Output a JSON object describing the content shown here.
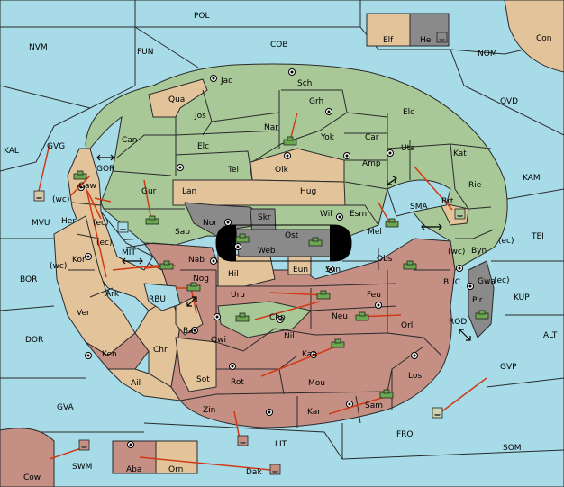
{
  "colors": {
    "sea": "#a6dbe7",
    "green_power": "#a8c898",
    "tan_power": "#e2c39a",
    "red_power": "#c58f84",
    "neutral_grey": "#8a8a8a",
    "order_arrow": "#d13a16"
  },
  "sea_labels": {
    "POL": "POL",
    "COB": "COB",
    "NVM": "NVM",
    "FUN": "FUN",
    "NOM": "NOM",
    "OVD": "OVD",
    "KAL": "KAL",
    "GVG": "GVG",
    "GOR": "GOR",
    "MVU": "MVU",
    "KAM": "KAM",
    "SMA": "SMA",
    "TEI": "TEI",
    "MIT": "MIT",
    "BOR": "BOR",
    "RBU": "RBU",
    "BUC": "BUC",
    "KUP": "KUP",
    "DOR": "DOR",
    "ROD": "ROD",
    "ALT": "ALT",
    "GVP": "GVP",
    "GVA": "GVA",
    "FRO": "FRO",
    "SOM": "SOM",
    "LIT": "LIT",
    "SWM": "SWM"
  },
  "land_labels": {
    "Con": "Con",
    "Elf": "Elf",
    "Hel": "Hel",
    "Jad": "Jad",
    "Sch": "Sch",
    "Qua": "Qua",
    "Jos": "Jos",
    "Grh": "Grh",
    "Eld": "Eld",
    "Can": "Can",
    "Nar": "Nar",
    "Yok": "Yok",
    "Car": "Car",
    "Elc": "Elc",
    "Uta": "Uta",
    "Kat": "Kat",
    "Tel": "Tel",
    "Olk": "Olk",
    "Amp": "Amp",
    "Gaw": "Gaw",
    "Gur": "Gur",
    "Lan": "Lan",
    "Hug": "Hug",
    "Brt": "Brt",
    "Rie": "Rie",
    "Nor": "Nor",
    "Skr": "Skr",
    "Wil": "Wil",
    "Esm": "Esm",
    "Her": "Her",
    "Sap": "Sap",
    "Ost": "Ost",
    "Mel": "Mel",
    "Byn": "Byn",
    "Web": "Web",
    "Kor": "Kor",
    "Nab": "Nab",
    "Eun": "Eun",
    "Sun": "Sun",
    "Obs": "Obs",
    "Gwa": "Gwa",
    "Hil": "Hil",
    "Nog": "Nog",
    "Ark": "Ark",
    "Pir": "Pir",
    "Uru": "Uru",
    "Feu": "Feu",
    "Ver": "Ver",
    "Chp": "Chp",
    "Neu": "Neu",
    "Orl": "Orl",
    "Bar": "Bar",
    "Qwi": "Qwi",
    "Nil": "Nil",
    "Ken": "Ken",
    "Chr": "Chr",
    "Kaa": "Kaa",
    "Los": "Los",
    "Sot": "Sot",
    "Rot": "Rot",
    "Mou": "Mou",
    "Ail": "Ail",
    "Zin": "Zin",
    "Kar": "Kar",
    "Sam": "Sam",
    "Cow": "Cow",
    "Aba": "Aba",
    "Orn": "Orn",
    "Dak": "Dak"
  },
  "coast_labels": {
    "wc1": "(wc)",
    "ec1": "(ec)",
    "ec2": "(ec)",
    "wc2": "(wc)",
    "wc3": "(wc)",
    "ec3": "(ec)",
    "ec4": "(ec)"
  }
}
